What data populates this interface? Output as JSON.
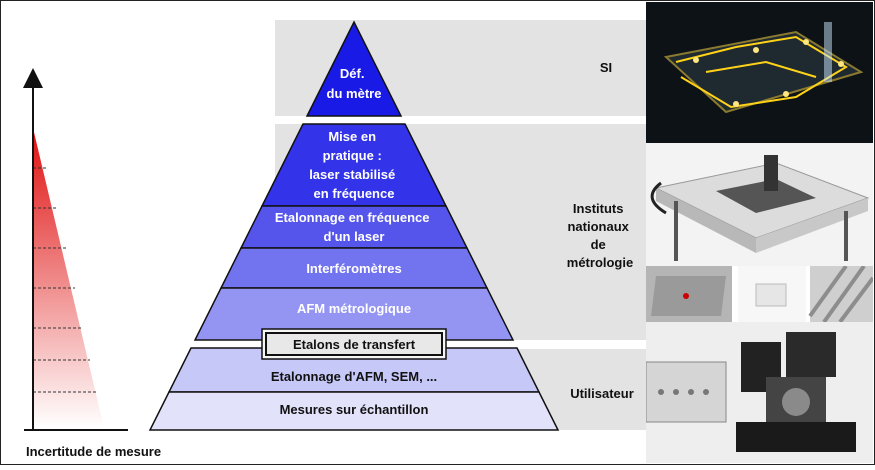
{
  "pyramid": {
    "levels": [
      {
        "id": "definition",
        "lines": [
          "Déf.",
          "du mètre"
        ],
        "color": "#ffffff"
      },
      {
        "id": "mise-en-pratique",
        "lines": [
          "Mise en",
          "pratique :",
          "laser stabilisé",
          "en fréquence"
        ],
        "color": "#ffffff"
      },
      {
        "id": "etalonnage-frequence",
        "lines": [
          "Etalonnage en fréquence",
          "d'un laser"
        ],
        "color": "#ffffff"
      },
      {
        "id": "interferometres",
        "lines": [
          "Interféromètres"
        ],
        "color": "#ffffff"
      },
      {
        "id": "afm-metrologique",
        "lines": [
          "AFM métrologique"
        ],
        "color": "#ffffff"
      },
      {
        "id": "etalonnage-afm",
        "lines": [
          "Etalonnage d'AFM, SEM, ..."
        ],
        "color": "#111111"
      },
      {
        "id": "mesures-echantillon",
        "lines": [
          "Mesures sur échantillon"
        ],
        "color": "#111111"
      }
    ],
    "transfer_label": "Etalons de transfert"
  },
  "bands": [
    {
      "id": "si",
      "lines": [
        "SI"
      ]
    },
    {
      "id": "instituts",
      "lines": [
        "Instituts",
        "nationaux",
        "de",
        "métrologie"
      ]
    },
    {
      "id": "utilisateur",
      "lines": [
        "Utilisateur"
      ]
    }
  ],
  "axis": {
    "label": "Incertitude de mesure"
  },
  "photos": [
    {
      "icon": "laser-table-photo-icon"
    },
    {
      "icon": "metrology-platform-photo-icon"
    },
    {
      "icon": "sample-closeups-photo-icon"
    },
    {
      "icon": "afm-instrument-photo-icon"
    }
  ],
  "colors": {
    "pyramid_top": "#1a1ae6",
    "pyramid_bottom": "#eceefc",
    "band": "#e3e3e3",
    "uncertainty": "#e01010"
  }
}
